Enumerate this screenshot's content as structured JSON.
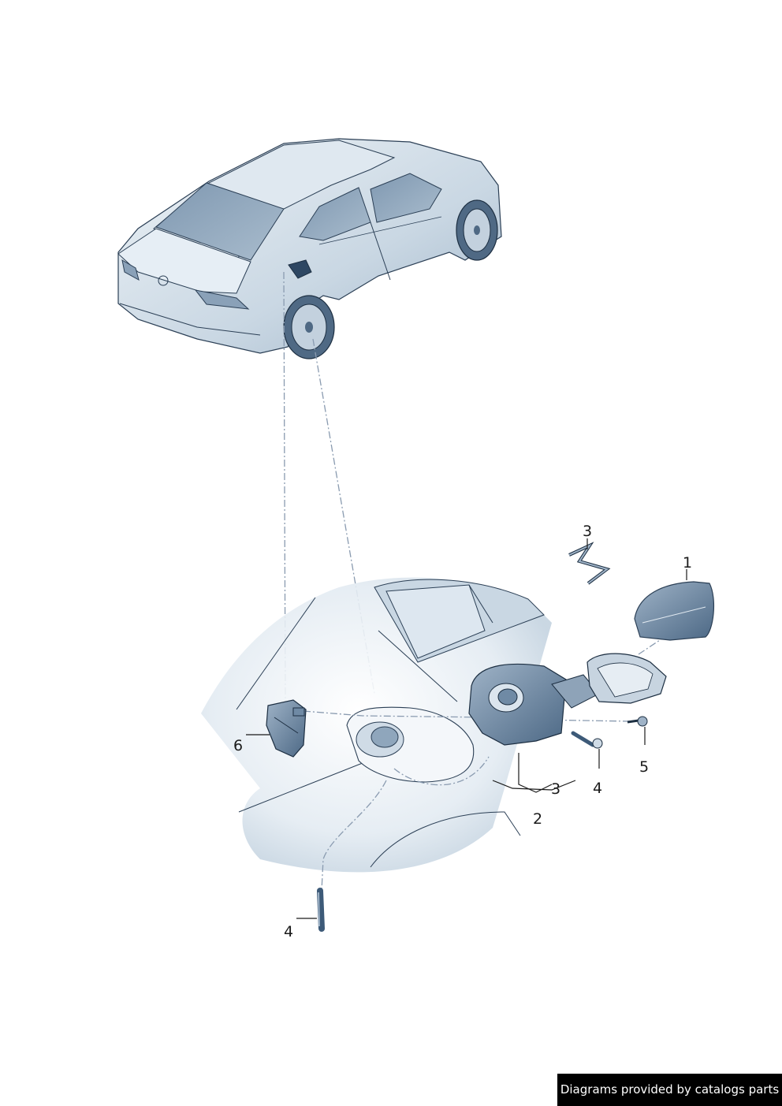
{
  "callouts": {
    "c1": "1",
    "c2": "2",
    "c3_top": "3",
    "c3_bottom": "3",
    "c4_right": "4",
    "c4_left": "4",
    "c5": "5",
    "c6": "6"
  },
  "credit": "Diagrams provided by catalogs parts",
  "colors": {
    "body_light": "#dde6ee",
    "body_mid": "#b7c8d8",
    "body_dark": "#6f8aa5",
    "part_dark": "#3d5a78",
    "outline": "#2b3f55"
  }
}
